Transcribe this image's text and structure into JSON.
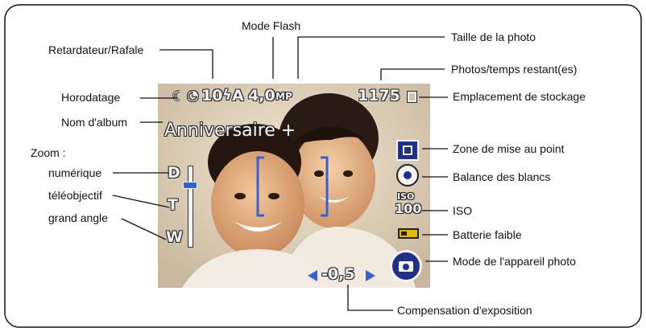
{
  "callouts": {
    "mode_flash": "Mode Flash",
    "retardateur": "Retardateur/Rafale",
    "taille_photo": "Taille de la photo",
    "photos_restantes": "Photos/temps restant(es)",
    "horodatage": "Horodatage",
    "emplacement": "Emplacement de stockage",
    "nom_album": "Nom d'album",
    "zoom": "Zoom :",
    "numerique": "numérique",
    "teleobjectif": "téléobjectif",
    "grand_angle": "grand angle",
    "zone_mise_au_point": "Zone de mise au point",
    "balance_blancs": "Balance des blancs",
    "iso": "ISO",
    "batterie_faible": "Batterie faible",
    "mode_appareil": "Mode de l'appareil photo",
    "compensation": "Compensation d'exposition"
  },
  "overlay": {
    "self_timer_count": "10",
    "flash_mode": "A",
    "photo_size": "4,0",
    "photo_size_unit": "MP",
    "remaining": "1175",
    "album_name": "Anniversaire +",
    "zoom_digital": "D",
    "zoom_tele": "T",
    "zoom_wide": "W",
    "iso_label": "ISO",
    "iso_value": "100",
    "exposure_value": "-0,5"
  },
  "colors": {
    "accent_blue": "#3a5fd0",
    "battery_yellow": "#e8b800",
    "overlay_text": "#f4f4f4"
  }
}
